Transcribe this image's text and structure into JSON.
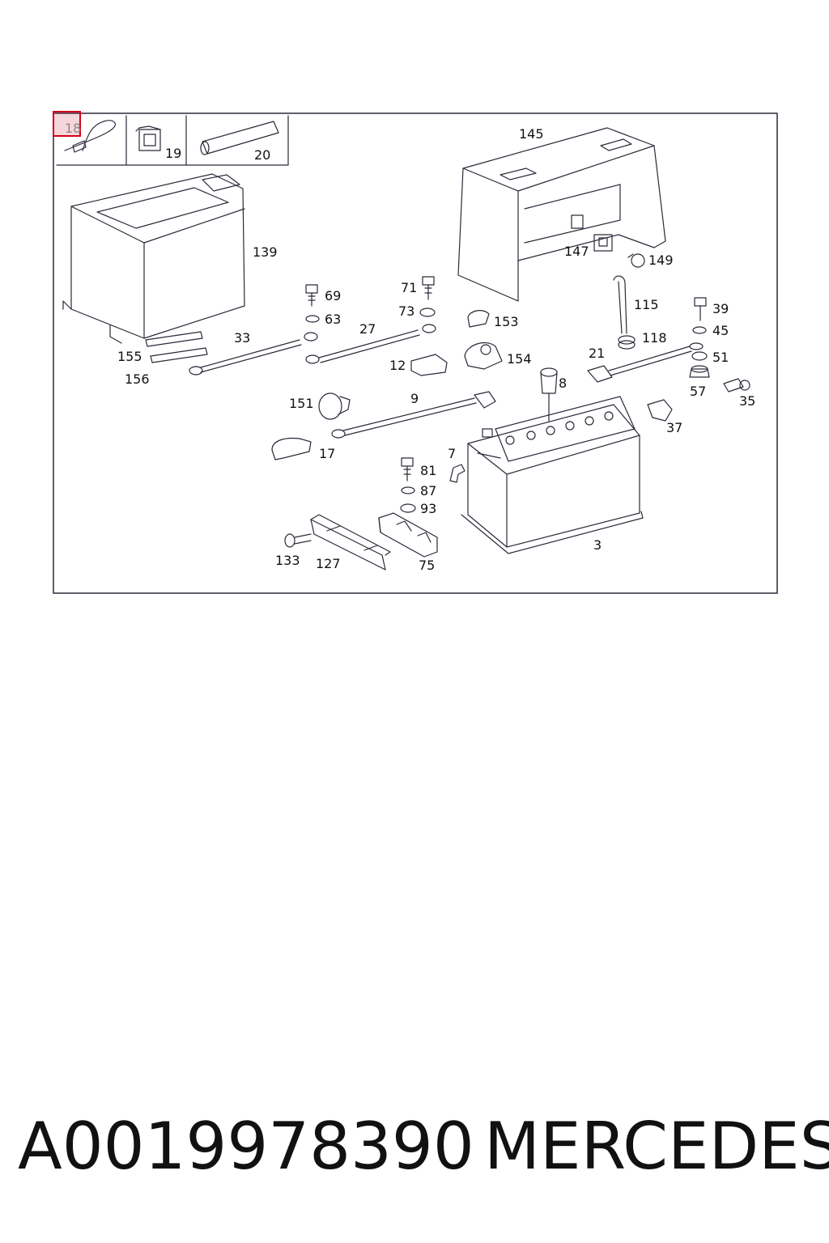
{
  "part_number": "A0019978390",
  "brand": "MERCEDES",
  "highlight_color": "#d0021b",
  "highlighted_item": "18",
  "callouts": [
    "18",
    "19",
    "20",
    "145",
    "139",
    "147",
    "149",
    "69",
    "63",
    "71",
    "73",
    "153",
    "33",
    "27",
    "155",
    "156",
    "12",
    "154",
    "115",
    "118",
    "21",
    "39",
    "45",
    "51",
    "57",
    "35",
    "8",
    "151",
    "9",
    "37",
    "17",
    "7",
    "81",
    "87",
    "93",
    "3",
    "133",
    "127",
    "75"
  ]
}
